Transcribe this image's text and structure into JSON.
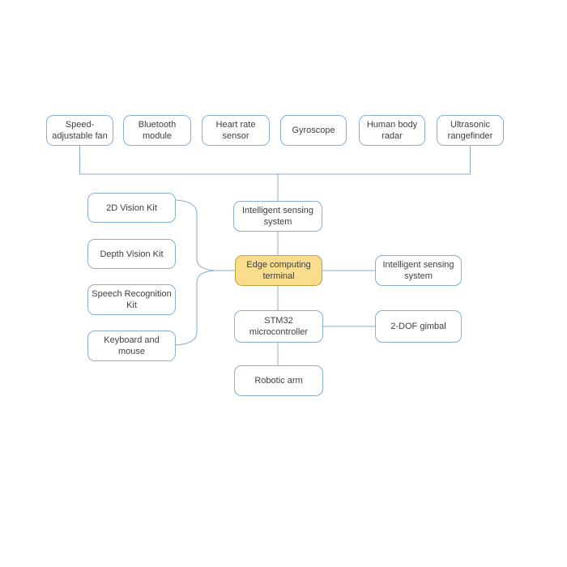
{
  "colors": {
    "box_fill": "#FFFFFF",
    "box_border": "#8AAFD3",
    "highlight_fill": "#F9DC8C",
    "highlight_border": "#BFA23E",
    "connector": "#86ACCC",
    "text_color": "#404040",
    "background": "#FFFFFF"
  },
  "nodes": {
    "fan": "Speed-\nadjustable fan",
    "bluetooth": "Bluetooth\nmodule",
    "heart_rate": "Heart rate\nsensor",
    "gyroscope": "Gyroscope",
    "human_radar": "Human body\nradar",
    "ultrasonic": "Ultrasonic\nrangefinder",
    "vision2d": "2D Vision Kit",
    "depth_vision": "Depth Vision Kit",
    "speech": "Speech Recognition\nKit",
    "keyboard": "Keyboard and\nmouse",
    "sensing_top": "Intelligent sensing\nsystem",
    "edge_terminal": "Edge computing\nterminal",
    "sensing_right": "Intelligent sensing\nsystem",
    "stm32": "STM32\nmicrocontroller",
    "gimbal": "2-DOF gimbal",
    "robotic_arm": "Robotic arm"
  }
}
